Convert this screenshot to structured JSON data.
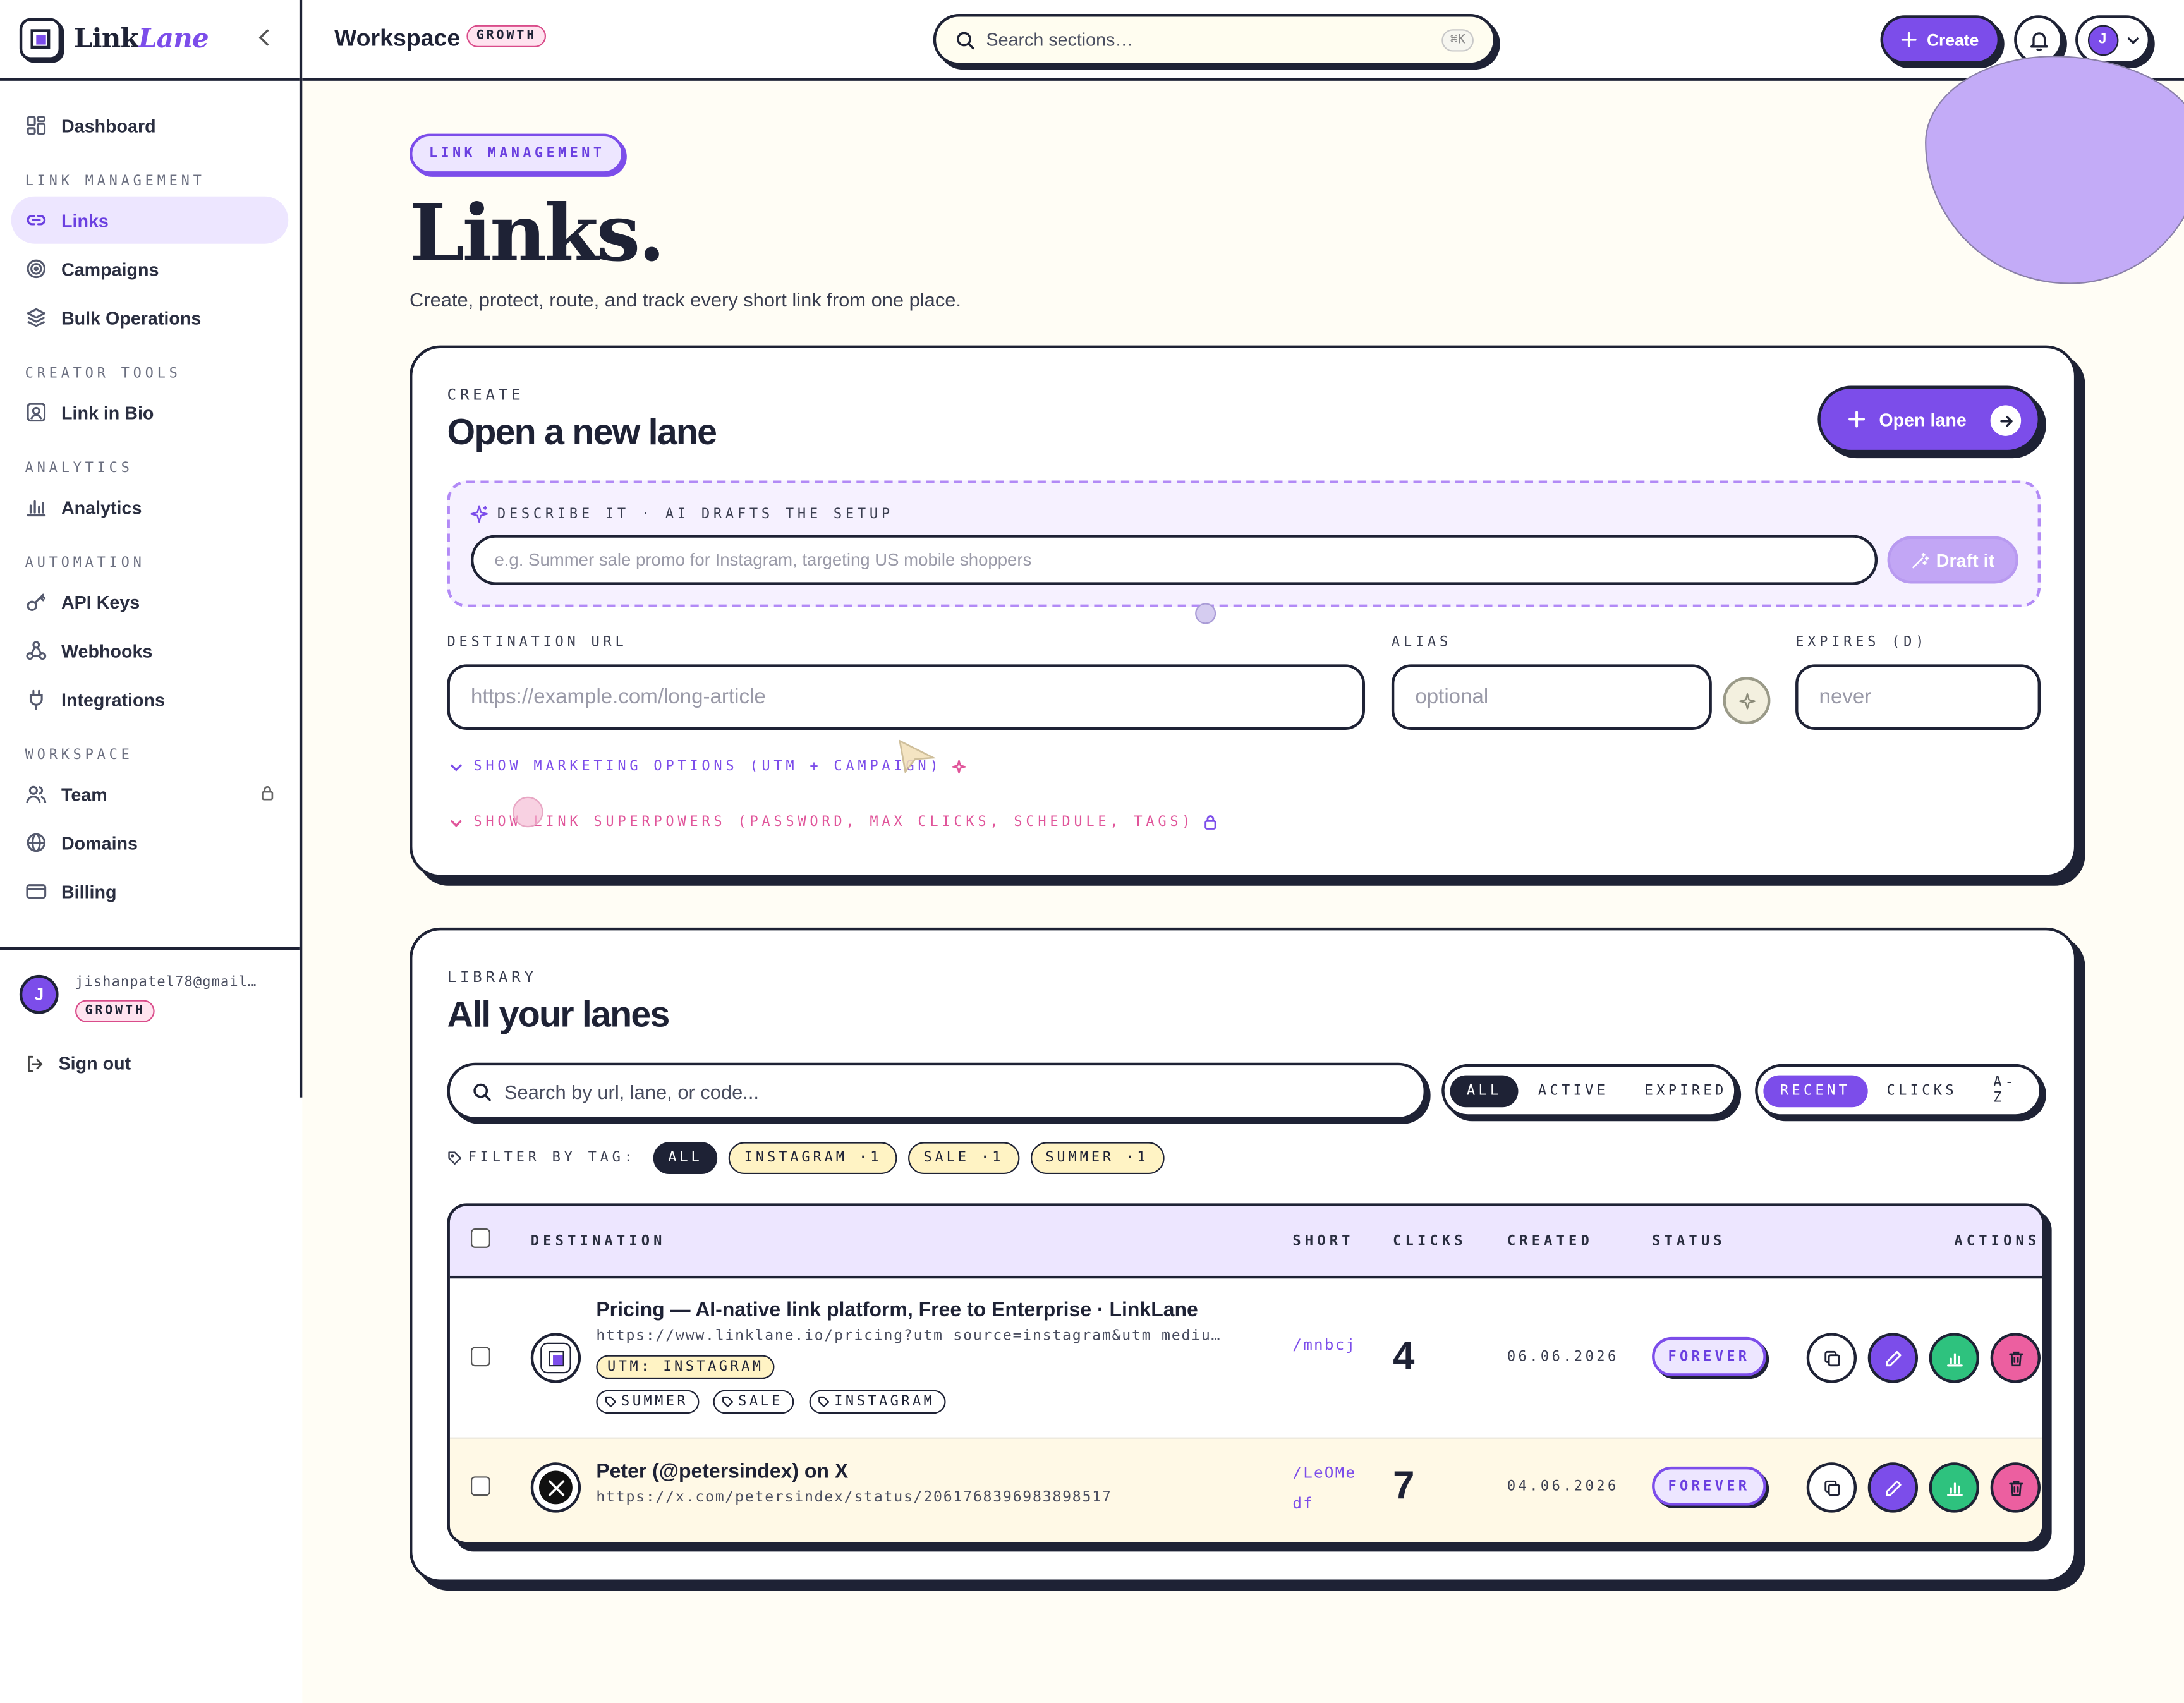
{
  "brand": {
    "name_part1": "Link",
    "name_part2": "Lane"
  },
  "sidebar": {
    "items": [
      {
        "label": "Dashboard"
      },
      {
        "section": "LINK MANAGEMENT"
      },
      {
        "label": "Links"
      },
      {
        "label": "Campaigns"
      },
      {
        "label": "Bulk Operations"
      },
      {
        "section": "CREATOR TOOLS"
      },
      {
        "label": "Link in Bio"
      },
      {
        "section": "ANALYTICS"
      },
      {
        "label": "Analytics"
      },
      {
        "section": "AUTOMATION"
      },
      {
        "label": "API Keys"
      },
      {
        "label": "Webhooks"
      },
      {
        "label": "Integrations"
      },
      {
        "section": "WORKSPACE"
      },
      {
        "label": "Team"
      },
      {
        "label": "Domains"
      },
      {
        "label": "Billing"
      }
    ],
    "user": {
      "email": "jishanpatel78@gmail…",
      "initial": "J",
      "plan": "GROWTH"
    },
    "sign_out": "Sign out"
  },
  "topbar": {
    "title": "Workspace",
    "plan_badge": "GROWTH",
    "search_placeholder": "Search sections…",
    "shortcut": "⌘K",
    "create_label": "Create",
    "avatar_initial": "J"
  },
  "header": {
    "eyebrow": "LINK MANAGEMENT",
    "title": "Links.",
    "subtitle": "Create, protect, route, and track every short link from one place."
  },
  "create_card": {
    "eyebrow": "CREATE",
    "title": "Open a new lane",
    "open_button": "Open lane",
    "ai_label": "DESCRIBE IT · AI DRAFTS THE SETUP",
    "ai_placeholder": "e.g. Summer sale promo for Instagram, targeting US mobile shoppers",
    "draft_button": "Draft it",
    "destination_label": "DESTINATION URL",
    "destination_placeholder": "https://example.com/long-article",
    "alias_label": "ALIAS",
    "alias_placeholder": "optional",
    "expires_label": "EXPIRES (D)",
    "expires_placeholder": "never",
    "marketing_toggle": "SHOW MARKETING OPTIONS (UTM + CAMPAIGN)",
    "superpowers_toggle": "SHOW LINK SUPERPOWERS (PASSWORD, MAX CLICKS, SCHEDULE, TAGS)"
  },
  "library": {
    "eyebrow": "LIBRARY",
    "title": "All your lanes",
    "search_placeholder": "Search by url, lane, or code...",
    "status_filters": [
      "ALL",
      "ACTIVE",
      "EXPIRED"
    ],
    "status_selected": "ALL",
    "sort_options": [
      "RECENT",
      "CLICKS",
      "A-Z"
    ],
    "sort_selected": "RECENT",
    "filter_label": "FILTER BY TAG:",
    "tags": [
      "ALL",
      "INSTAGRAM ·1",
      "SALE ·1",
      "SUMMER ·1"
    ],
    "columns": [
      "DESTINATION",
      "SHORT",
      "CLICKS",
      "CREATED",
      "STATUS",
      "ACTIONS"
    ],
    "rows": [
      {
        "title": "Pricing — AI-native link platform, Free to Enterprise · LinkLane",
        "url": "https://www.linklane.io/pricing?utm_source=instagram&utm_mediu…",
        "utm": "UTM: INSTAGRAM",
        "tags": [
          "SUMMER",
          "SALE",
          "INSTAGRAM"
        ],
        "short": "/mnbcj",
        "clicks": "4",
        "created": "06.06.2026",
        "status": "FOREVER"
      },
      {
        "title": "Peter (@petersindex) on X",
        "url": "https://x.com/petersindex/status/2061768396983898517",
        "short": "/LeOMedf",
        "clicks": "7",
        "created": "04.06.2026",
        "status": "FOREVER"
      }
    ]
  },
  "colors": {
    "accent": "#7c4dea",
    "ink": "#1e2235",
    "cream": "#fffdf5",
    "pink": "#ec5fa0",
    "green": "#2ec27e"
  }
}
